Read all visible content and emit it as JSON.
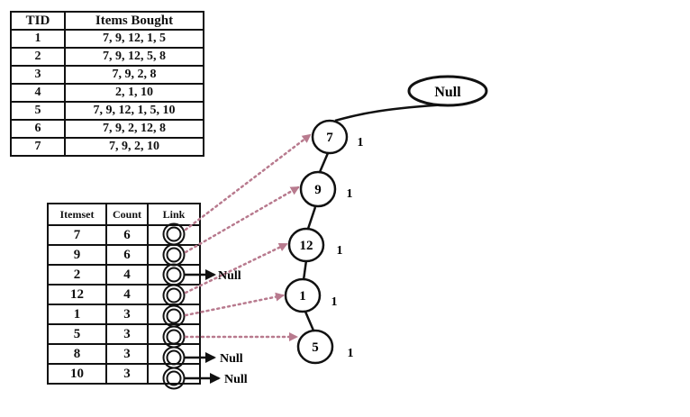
{
  "transactions": {
    "headers": [
      "TID",
      "Items Bought"
    ],
    "rows": [
      [
        "1",
        "7, 9, 12, 1, 5"
      ],
      [
        "2",
        "7, 9, 12, 5, 8"
      ],
      [
        "3",
        "7, 9, 2, 8"
      ],
      [
        "4",
        "2, 1, 10"
      ],
      [
        "5",
        "7, 9, 12, 1, 5, 10"
      ],
      [
        "6",
        "7, 9, 2, 12, 8"
      ],
      [
        "7",
        "7, 9, 2, 10"
      ]
    ]
  },
  "header_table": {
    "headers": [
      "Itemset",
      "Count",
      "Link"
    ],
    "rows": [
      [
        "7",
        "6"
      ],
      [
        "9",
        "6"
      ],
      [
        "2",
        "4"
      ],
      [
        "12",
        "4"
      ],
      [
        "1",
        "3"
      ],
      [
        "5",
        "3"
      ],
      [
        "8",
        "3"
      ],
      [
        "10",
        "3"
      ]
    ],
    "null_label": "Null"
  },
  "tree": {
    "root_label": "Null",
    "nodes": [
      {
        "item": "7",
        "count": "1"
      },
      {
        "item": "9",
        "count": "1"
      },
      {
        "item": "12",
        "count": "1"
      },
      {
        "item": "1",
        "count": "1"
      },
      {
        "item": "5",
        "count": "1"
      }
    ]
  },
  "colors": {
    "ink": "#111111",
    "link_arrow": "#b87a8e"
  }
}
